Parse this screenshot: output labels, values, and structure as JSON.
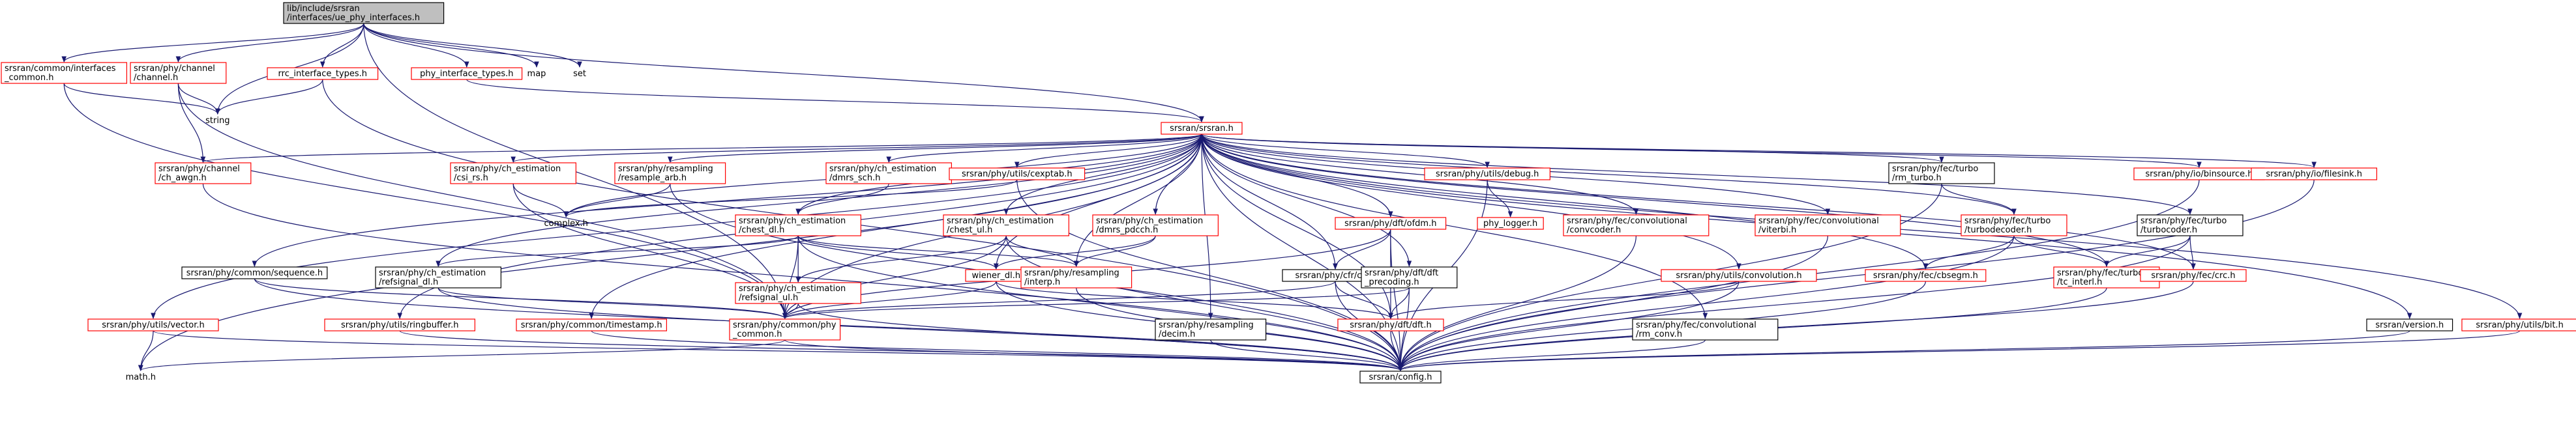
{
  "nodes": {
    "root": [
      "lib/include/srsran",
      "/interfaces/ue_phy_interfaces.h"
    ],
    "common_interfaces": [
      "srsran/common/interfaces",
      "_common.h"
    ],
    "channel": [
      "srsran/phy/channel",
      "/channel.h"
    ],
    "rrc_interface_types": [
      "rrc_interface_types.h"
    ],
    "phy_interface_types": [
      "phy_interface_types.h"
    ],
    "map": [
      "map"
    ],
    "set": [
      "set"
    ],
    "string": [
      "string"
    ],
    "srsran_h": [
      "srsran/srsran.h"
    ],
    "ch_awgn": [
      "srsran/phy/channel",
      "/ch_awgn.h"
    ],
    "csi_rs": [
      "srsran/phy/ch_estimation",
      "/csi_rs.h"
    ],
    "resample_arb": [
      "srsran/phy/resampling",
      "/resample_arb.h"
    ],
    "dmrs_sch": [
      "srsran/phy/ch_estimation",
      "/dmrs_sch.h"
    ],
    "cexptab": [
      "srsran/phy/utils/cexptab.h"
    ],
    "debug": [
      "srsran/phy/utils/debug.h"
    ],
    "rm_turbo": [
      "srsran/phy/fec/turbo",
      "/rm_turbo.h"
    ],
    "binsource": [
      "srsran/phy/io/binsource.h"
    ],
    "filesink": [
      "srsran/phy/io/filesink.h"
    ],
    "complex": [
      "complex.h"
    ],
    "phy_logger": [
      "phy_logger.h"
    ],
    "chest_dl": [
      "srsran/phy/ch_estimation",
      "/chest_dl.h"
    ],
    "chest_ul": [
      "srsran/phy/ch_estimation",
      "/chest_ul.h"
    ],
    "dmrs_pdcch": [
      "srsran/phy/ch_estimation",
      "/dmrs_pdcch.h"
    ],
    "ofdm": [
      "srsran/phy/dft/ofdm.h"
    ],
    "convcoder": [
      "srsran/phy/fec/convolutional",
      "/convcoder.h"
    ],
    "viterbi": [
      "srsran/phy/fec/convolutional",
      "/viterbi.h"
    ],
    "turbodecoder": [
      "srsran/phy/fec/turbo",
      "/turbodecoder.h"
    ],
    "turbocoder": [
      "srsran/phy/fec/turbo",
      "/turbocoder.h"
    ],
    "sequence": [
      "srsran/phy/common/sequence.h"
    ],
    "refsignal_dl": [
      "srsran/phy/ch_estimation",
      "/refsignal_dl.h"
    ],
    "refsignal_ul": [
      "srsran/phy/ch_estimation",
      "/refsignal_ul.h"
    ],
    "wiener_dl": [
      "wiener_dl.h"
    ],
    "interp": [
      "srsran/phy/resampling",
      "/interp.h"
    ],
    "cfr": [
      "srsran/phy/cfr/cfr.h"
    ],
    "dft_precoding": [
      "srsran/phy/dft/dft",
      "_precoding.h"
    ],
    "convolution": [
      "srsran/phy/utils/convolution.h"
    ],
    "cbsegm": [
      "srsran/phy/fec/cbsegm.h"
    ],
    "tc_interl": [
      "srsran/phy/fec/turbo",
      "/tc_interl.h"
    ],
    "crc": [
      "srsran/phy/fec/crc.h"
    ],
    "vector": [
      "srsran/phy/utils/vector.h"
    ],
    "ringbuffer": [
      "srsran/phy/utils/ringbuffer.h"
    ],
    "timestamp": [
      "srsran/phy/common/timestamp.h"
    ],
    "phy_common": [
      "srsran/phy/common/phy",
      "_common.h"
    ],
    "decim": [
      "srsran/phy/resampling",
      "/decim.h"
    ],
    "dft": [
      "srsran/phy/dft/dft.h"
    ],
    "rm_conv": [
      "srsran/phy/fec/convolutional",
      "/rm_conv.h"
    ],
    "version": [
      "srsran/version.h"
    ],
    "bit": [
      "srsran/phy/utils/bit.h"
    ],
    "math": [
      "math.h"
    ],
    "config": [
      "srsran/config.h"
    ]
  },
  "edges": [
    [
      "root",
      "common_interfaces"
    ],
    [
      "root",
      "channel"
    ],
    [
      "root",
      "rrc_interface_types"
    ],
    [
      "root",
      "phy_interface_types"
    ],
    [
      "root",
      "map"
    ],
    [
      "root",
      "set"
    ],
    [
      "root",
      "string"
    ],
    [
      "root",
      "srsran_h"
    ],
    [
      "root",
      "phy_common"
    ],
    [
      "common_interfaces",
      "string"
    ],
    [
      "common_interfaces",
      "phy_common"
    ],
    [
      "channel",
      "string"
    ],
    [
      "channel",
      "ch_awgn"
    ],
    [
      "channel",
      "phy_common"
    ],
    [
      "rrc_interface_types",
      "string"
    ],
    [
      "rrc_interface_types",
      "config"
    ],
    [
      "phy_interface_types",
      "srsran_h"
    ],
    [
      "srsran_h",
      "ch_awgn"
    ],
    [
      "srsran_h",
      "csi_rs"
    ],
    [
      "srsran_h",
      "resample_arb"
    ],
    [
      "srsran_h",
      "dmrs_sch"
    ],
    [
      "srsran_h",
      "cexptab"
    ],
    [
      "srsran_h",
      "debug"
    ],
    [
      "srsran_h",
      "rm_turbo"
    ],
    [
      "srsran_h",
      "binsource"
    ],
    [
      "srsran_h",
      "filesink"
    ],
    [
      "srsran_h",
      "complex"
    ],
    [
      "srsran_h",
      "chest_dl"
    ],
    [
      "srsran_h",
      "chest_ul"
    ],
    [
      "srsran_h",
      "dmrs_pdcch"
    ],
    [
      "srsran_h",
      "ofdm"
    ],
    [
      "srsran_h",
      "convcoder"
    ],
    [
      "srsran_h",
      "viterbi"
    ],
    [
      "srsran_h",
      "turbodecoder"
    ],
    [
      "srsran_h",
      "turbocoder"
    ],
    [
      "srsran_h",
      "sequence"
    ],
    [
      "srsran_h",
      "refsignal_dl"
    ],
    [
      "srsran_h",
      "wiener_dl"
    ],
    [
      "srsran_h",
      "interp"
    ],
    [
      "srsran_h",
      "cfr"
    ],
    [
      "srsran_h",
      "dft_precoding"
    ],
    [
      "srsran_h",
      "convolution"
    ],
    [
      "srsran_h",
      "cbsegm"
    ],
    [
      "srsran_h",
      "tc_interl"
    ],
    [
      "srsran_h",
      "crc"
    ],
    [
      "srsran_h",
      "vector"
    ],
    [
      "srsran_h",
      "ringbuffer"
    ],
    [
      "srsran_h",
      "timestamp"
    ],
    [
      "srsran_h",
      "phy_common"
    ],
    [
      "srsran_h",
      "decim"
    ],
    [
      "srsran_h",
      "dft"
    ],
    [
      "srsran_h",
      "rm_conv"
    ],
    [
      "srsran_h",
      "version"
    ],
    [
      "srsran_h",
      "bit"
    ],
    [
      "srsran_h",
      "math"
    ],
    [
      "srsran_h",
      "config"
    ],
    [
      "ch_awgn",
      "config"
    ],
    [
      "csi_rs",
      "complex"
    ],
    [
      "csi_rs",
      "phy_common"
    ],
    [
      "resample_arb",
      "complex"
    ],
    [
      "resample_arb",
      "config"
    ],
    [
      "dmrs_sch",
      "chest_dl"
    ],
    [
      "cexptab",
      "complex"
    ],
    [
      "cexptab",
      "config"
    ],
    [
      "debug",
      "phy_logger"
    ],
    [
      "debug",
      "config"
    ],
    [
      "rm_turbo",
      "turbodecoder"
    ],
    [
      "rm_turbo",
      "config"
    ],
    [
      "binsource",
      "config"
    ],
    [
      "filesink",
      "config"
    ],
    [
      "chest_dl",
      "refsignal_dl"
    ],
    [
      "chest_dl",
      "refsignal_ul"
    ],
    [
      "chest_dl",
      "wiener_dl"
    ],
    [
      "chest_dl",
      "interp"
    ],
    [
      "chest_dl",
      "phy_common"
    ],
    [
      "chest_dl",
      "config"
    ],
    [
      "chest_ul",
      "refsignal_ul"
    ],
    [
      "chest_ul",
      "interp"
    ],
    [
      "chest_ul",
      "phy_common"
    ],
    [
      "chest_ul",
      "config"
    ],
    [
      "dmrs_pdcch",
      "interp"
    ],
    [
      "dmrs_pdcch",
      "wiener_dl"
    ],
    [
      "ofdm",
      "cfr"
    ],
    [
      "ofdm",
      "dft"
    ],
    [
      "ofdm",
      "phy_common"
    ],
    [
      "ofdm",
      "config"
    ],
    [
      "convcoder",
      "config"
    ],
    [
      "viterbi",
      "config"
    ],
    [
      "turbodecoder",
      "tc_interl"
    ],
    [
      "turbodecoder",
      "cbsegm"
    ],
    [
      "turbodecoder",
      "config"
    ],
    [
      "turbocoder",
      "tc_interl"
    ],
    [
      "turbocoder",
      "crc"
    ],
    [
      "turbocoder",
      "config"
    ],
    [
      "sequence",
      "phy_common"
    ],
    [
      "sequence",
      "config"
    ],
    [
      "refsignal_dl",
      "phy_common"
    ],
    [
      "refsignal_dl",
      "config"
    ],
    [
      "refsignal_ul",
      "phy_common"
    ],
    [
      "refsignal_ul",
      "config"
    ],
    [
      "wiener_dl",
      "phy_common"
    ],
    [
      "wiener_dl",
      "dft"
    ],
    [
      "wiener_dl",
      "config"
    ],
    [
      "interp",
      "config"
    ],
    [
      "cfr",
      "phy_common"
    ],
    [
      "cfr",
      "dft"
    ],
    [
      "cfr",
      "config"
    ],
    [
      "dft_precoding",
      "phy_common"
    ],
    [
      "dft_precoding",
      "dft"
    ],
    [
      "dft_precoding",
      "config"
    ],
    [
      "convolution",
      "dft"
    ],
    [
      "convolution",
      "config"
    ],
    [
      "cbsegm",
      "config"
    ],
    [
      "tc_interl",
      "config"
    ],
    [
      "crc",
      "config"
    ],
    [
      "vector",
      "math"
    ],
    [
      "vector",
      "config"
    ],
    [
      "ringbuffer",
      "config"
    ],
    [
      "timestamp",
      "config"
    ],
    [
      "phy_common",
      "math"
    ],
    [
      "phy_common",
      "config"
    ],
    [
      "decim",
      "config"
    ],
    [
      "dft",
      "config"
    ],
    [
      "rm_conv",
      "config"
    ],
    [
      "version",
      "config"
    ],
    [
      "bit",
      "config"
    ]
  ]
}
